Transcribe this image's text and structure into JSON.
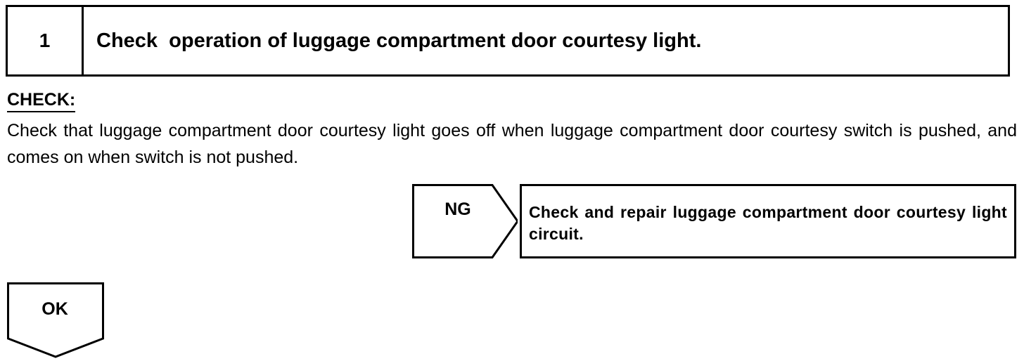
{
  "step": {
    "number": "1",
    "title": "Check  operation of luggage compartment door courtesy light."
  },
  "check": {
    "heading": "CHECK:",
    "text": "Check that luggage compartment door courtesy light goes off when luggage compartment door courtesy switch is pushed, and comes on when switch is not pushed."
  },
  "ng": {
    "label": "NG",
    "action": "Check and repair luggage compartment door courtesy light circuit."
  },
  "ok": {
    "label": "OK"
  }
}
